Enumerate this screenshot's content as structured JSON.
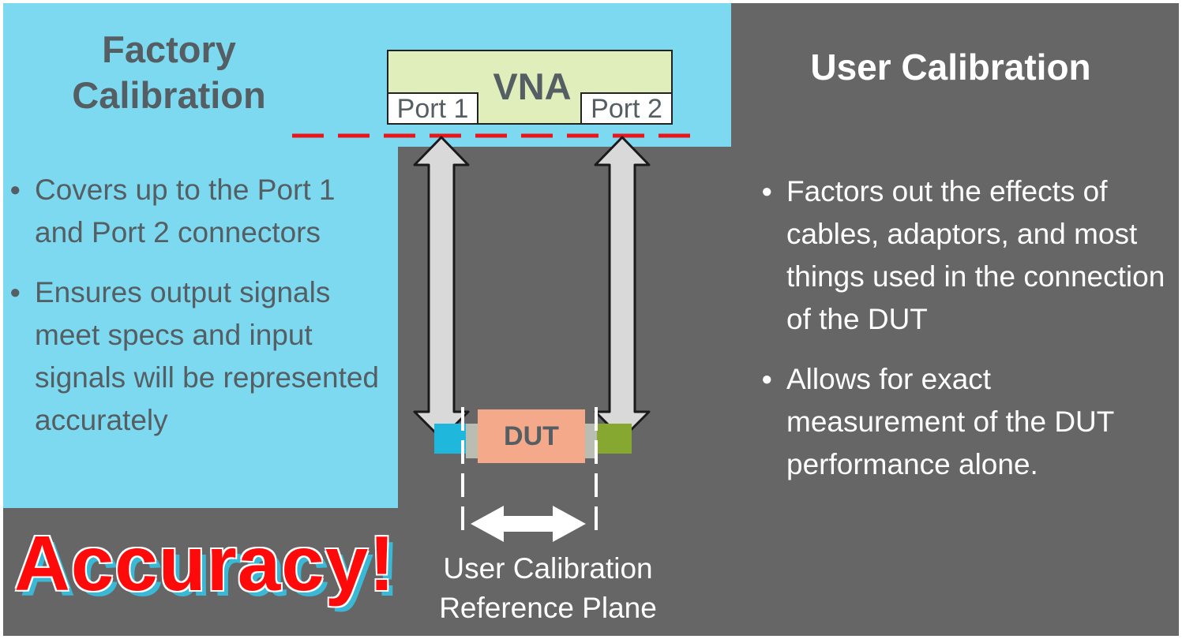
{
  "left_panel": {
    "title_line1": "Factory",
    "title_line2": "Calibration",
    "bullets": [
      "Covers up to the Port 1 and Port 2 connectors",
      "Ensures output signals meet specs and input signals will be represented accurately"
    ]
  },
  "right_panel": {
    "title": "User Calibration",
    "bullets": [
      "Factors out the effects of cables, adaptors, and most things used in the connection of the DUT",
      "Allows for exact measurement of the DUT performance alone."
    ]
  },
  "vna": {
    "label": "VNA",
    "port1": "Port 1",
    "port2": "Port 2"
  },
  "dut": {
    "label": "DUT"
  },
  "reference_plane": {
    "line1": "User Calibration",
    "line2": "Reference Plane"
  },
  "callout": "Accuracy!",
  "colors": {
    "cyan_panel": "#7cd9f0",
    "slate_background": "#666666",
    "vna_fill": "#e0eebb",
    "dut_fill": "#f4a98a",
    "dashed_factory_plane": "#e8151b",
    "port1_connector": "#1fb8dc",
    "port2_connector": "#86a830",
    "accuracy_text": "#ff0a0a"
  },
  "icons": [
    "double-arrow-icon",
    "bullet-icon"
  ]
}
